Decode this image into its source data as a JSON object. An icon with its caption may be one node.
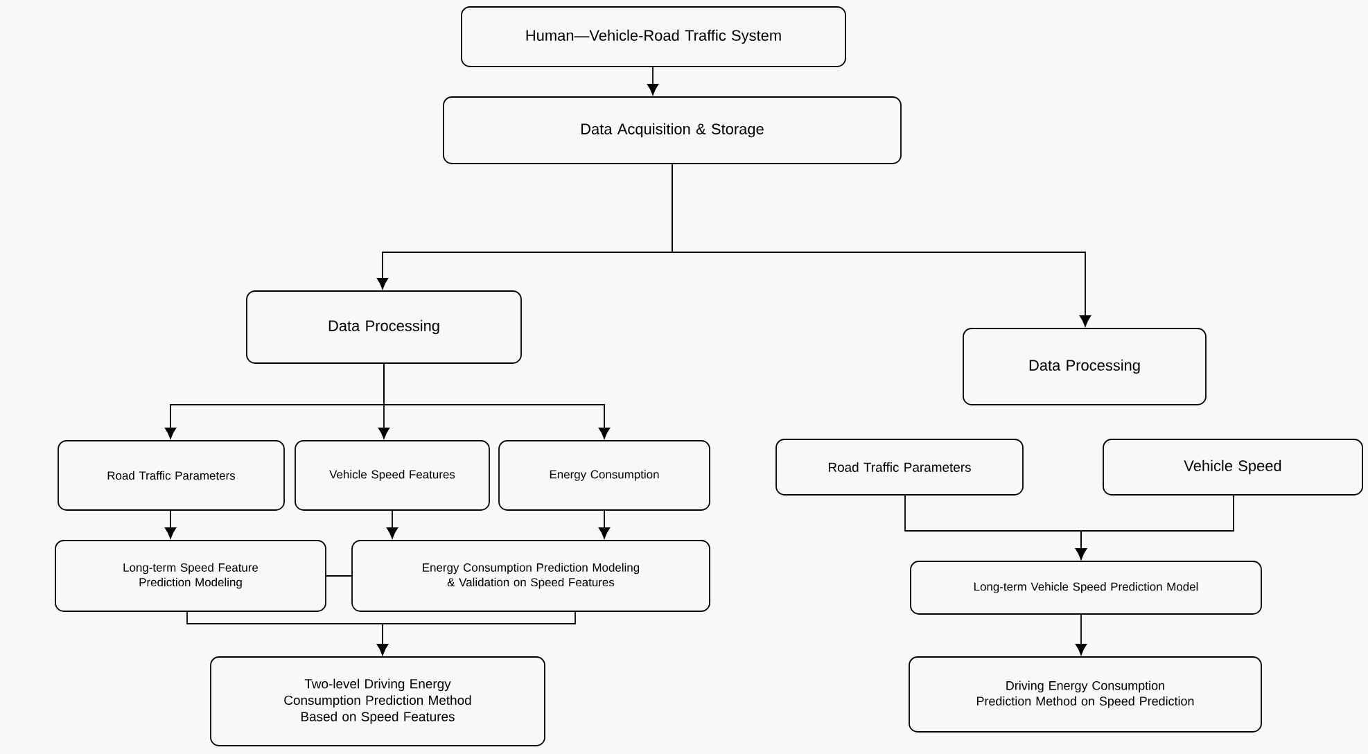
{
  "diagram": {
    "nodes": [
      {
        "text": [
          "Human—Vehicle-Road Traffic System"
        ]
      },
      {
        "text": [
          "Data Acquisition & Storage"
        ]
      },
      {
        "text": [
          "Data Processing"
        ]
      },
      {
        "text": [
          "Data Processing"
        ]
      },
      {
        "text": [
          "Road Traffic Parameters"
        ]
      },
      {
        "text": [
          "Vehicle Speed Features"
        ]
      },
      {
        "text": [
          "Energy Consumption"
        ]
      },
      {
        "text": [
          "Long-term Speed Feature Prediction Modeling"
        ]
      },
      {
        "text": [
          "Energy Consumption Prediction Modeling & Validation on Speed Features"
        ]
      },
      {
        "text": [
          "Two-level Driving Energy Consumption Prediction Method Based on Speed Features"
        ]
      },
      {
        "text": [
          "Road Traffic Parameters"
        ]
      },
      {
        "text": [
          "Vehicle Speed"
        ]
      },
      {
        "text": [
          "Long-term Vehicle Speed Prediction Model"
        ]
      },
      {
        "text": [
          "Driving Energy Consumption Prediction Method on Speed Prediction"
        ]
      }
    ],
    "edges": [
      {
        "from": 0,
        "to": 1,
        "arrow": "to"
      },
      {
        "from": 1,
        "to": 2,
        "arrow": "to"
      },
      {
        "from": 1,
        "to": 3,
        "arrow": "to"
      },
      {
        "from": 2,
        "to": 4,
        "arrow": "to"
      },
      {
        "from": 2,
        "to": 5,
        "arrow": "to"
      },
      {
        "from": 2,
        "to": 6,
        "arrow": "to"
      },
      {
        "from": 4,
        "to": 7,
        "arrow": "to"
      },
      {
        "from": 5,
        "to": 8,
        "arrow": "to"
      },
      {
        "from": 6,
        "to": 8,
        "arrow": "to"
      },
      {
        "from": 7,
        "to": 8,
        "arrow": "none"
      },
      {
        "from": 7,
        "to": 9,
        "arrow": "to"
      },
      {
        "from": 8,
        "to": 9,
        "arrow": "to"
      },
      {
        "from": 10,
        "to": 12,
        "arrow": "to"
      },
      {
        "from": 11,
        "to": 12,
        "arrow": "to"
      },
      {
        "from": 12,
        "to": 13,
        "arrow": "to"
      }
    ]
  }
}
